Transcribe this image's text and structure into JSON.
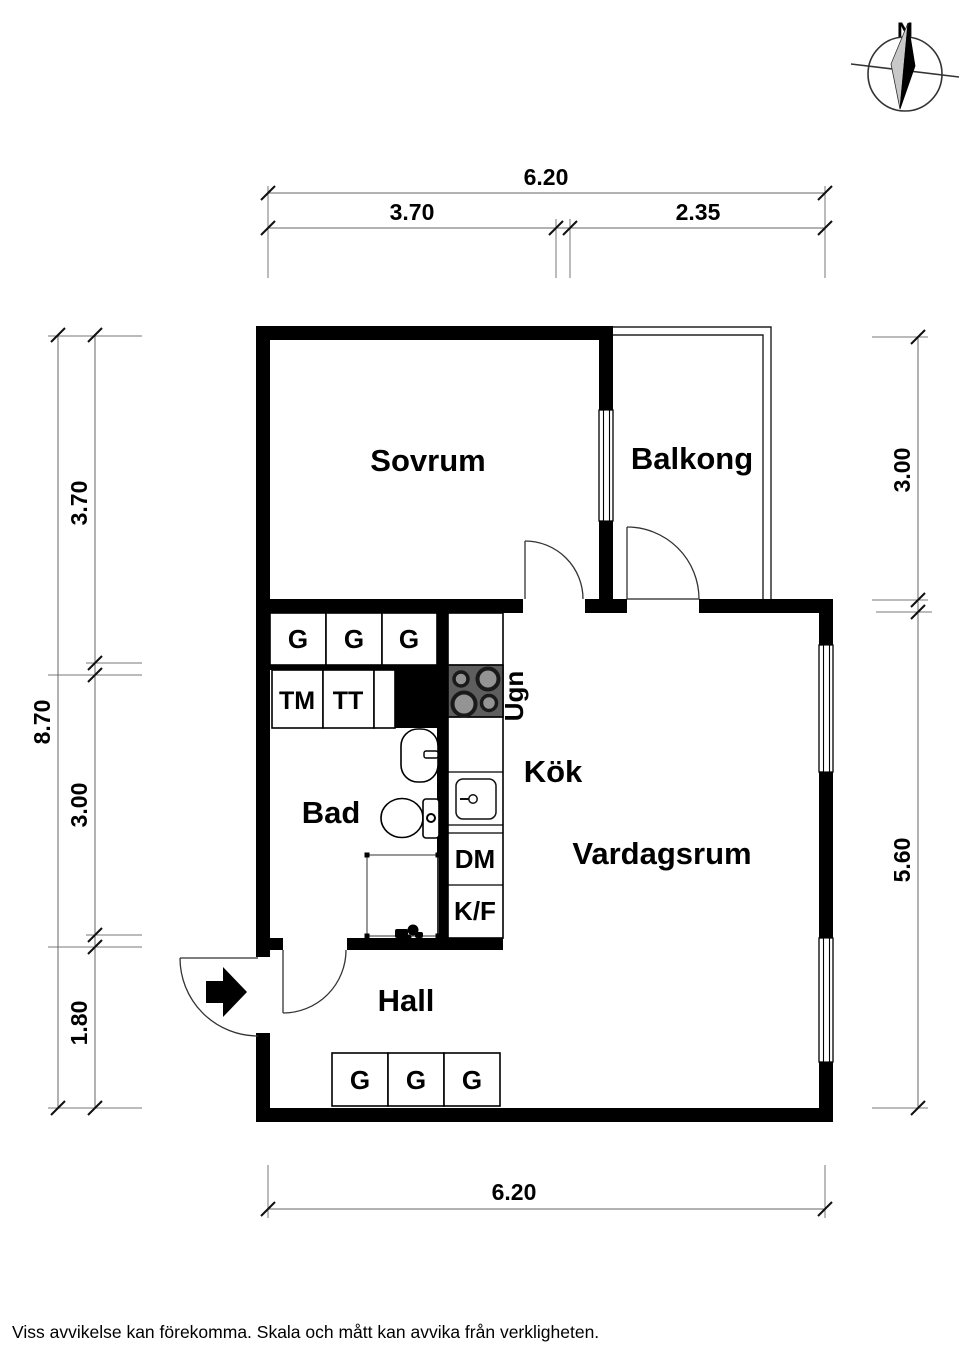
{
  "page": {
    "type": "floor-plan",
    "footer_disclaimer": "Viss avvikelse kan förekomma. Skala och mått kan avvika från verkligheten."
  },
  "compass": {
    "north": "N"
  },
  "rooms": {
    "sovrum": "Sovrum",
    "balkong": "Balkong",
    "kok": "Kök",
    "vardagsrum": "Vardagsrum",
    "bad": "Bad",
    "hall": "Hall"
  },
  "fixtures": {
    "wardrobe": "G",
    "washing_machine": "TM",
    "dryer": "TT",
    "oven": "Ugn",
    "dishwasher": "DM",
    "fridge_freezer": "K/F"
  },
  "dimensions": {
    "top_total": "6.20",
    "top_left": "3.70",
    "top_right": "2.35",
    "left_total": "8.70",
    "left_upper": "3.70",
    "left_middle": "3.00",
    "left_lower": "1.80",
    "right_upper": "3.00",
    "right_lower": "5.60",
    "bottom_total": "6.20"
  },
  "colors": {
    "background": "#ffffff",
    "wall": "#000000",
    "thin_line": "#333333",
    "dim_line": "#666666",
    "stove_fill": "#5e5e5e",
    "burner_ring": "#1a1a1a",
    "burner_center": "#949494",
    "needle_dark": "#000000",
    "needle_light": "#c8c8c8"
  }
}
